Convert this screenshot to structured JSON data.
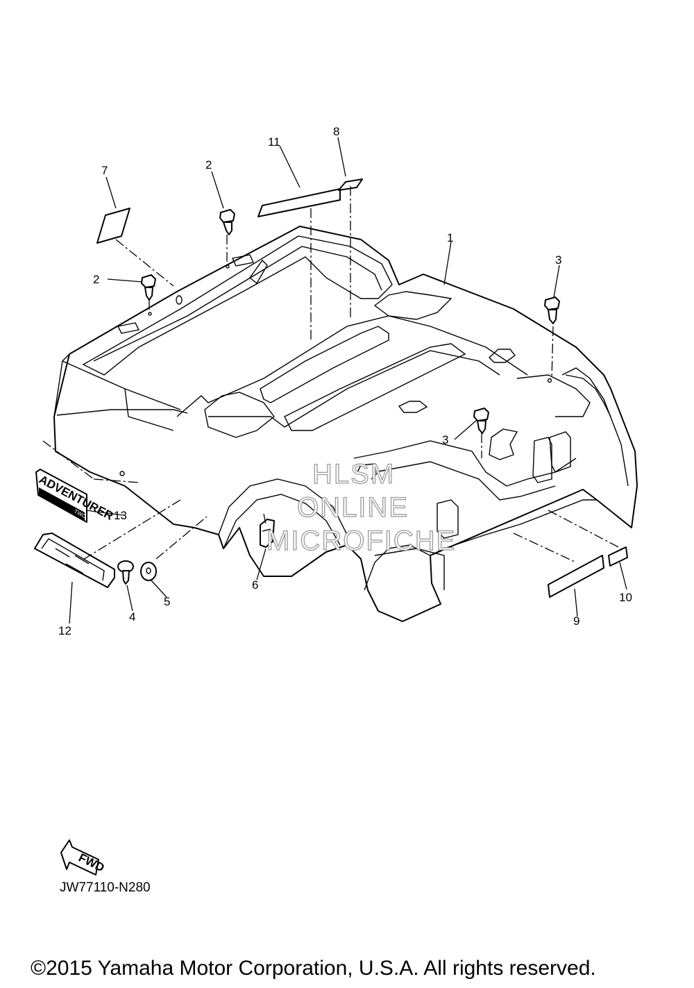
{
  "callouts": [
    {
      "id": "1",
      "text": "1"
    },
    {
      "id": "2a",
      "text": "2"
    },
    {
      "id": "2b",
      "text": "2"
    },
    {
      "id": "3a",
      "text": "3"
    },
    {
      "id": "3b",
      "text": "3"
    },
    {
      "id": "4",
      "text": "4"
    },
    {
      "id": "5",
      "text": "5"
    },
    {
      "id": "6",
      "text": "6"
    },
    {
      "id": "7",
      "text": "7"
    },
    {
      "id": "8",
      "text": "8"
    },
    {
      "id": "9",
      "text": "9"
    },
    {
      "id": "10",
      "text": "10"
    },
    {
      "id": "11",
      "text": "11"
    },
    {
      "id": "12",
      "text": "12"
    },
    {
      "id": "13",
      "text": "13"
    }
  ],
  "emblem": {
    "line1": "ADVENTURER",
    "line2": "TWO"
  },
  "fwd_label": "FWD",
  "watermark": {
    "line1": "HLSM",
    "line2": "ONLINE",
    "line3": "MICROFICHE"
  },
  "reference_code": "JW77110-N280",
  "copyright": "©2015 Yamaha Motor Corporation, U.S.A. All rights reserved."
}
